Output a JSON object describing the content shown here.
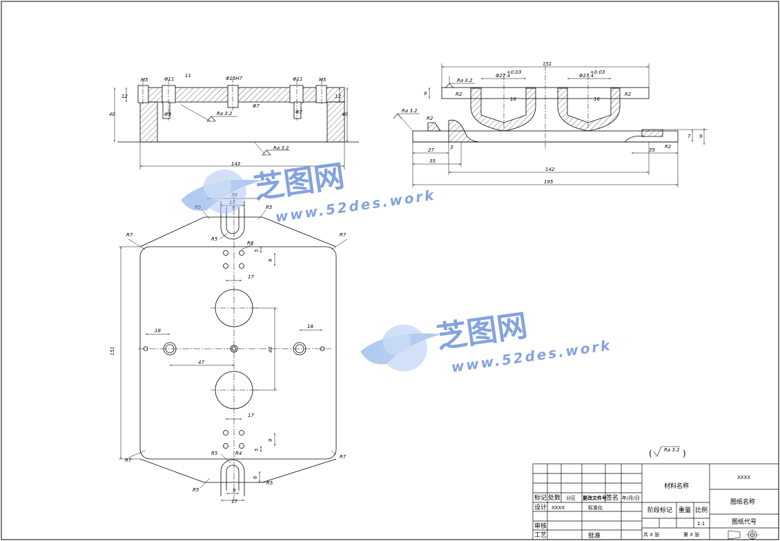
{
  "front_view": {
    "holes": [
      "M5",
      "Φ11",
      "Φ15H7",
      "Φ11",
      "M5"
    ],
    "hole_depth": "11",
    "left_inner": "Φ9",
    "right_inner": "Φ7",
    "center_inner": "Φ7",
    "thickness_left": "12",
    "thickness_right": "12",
    "height_left": "40",
    "height_right": "40",
    "roughness_top": "Ra 3.2",
    "roughness_bottom": "Ra 3.2",
    "width": "143"
  },
  "side_view": {
    "total": "151",
    "pocket_left": "Φ27.4",
    "pocket_right": "Φ27.4",
    "tol_left": "+0.03",
    "tol_right": "+0.03",
    "depth_left": "16",
    "depth_right": "16",
    "plate": "9",
    "roughness_top": "Ra 3.2",
    "roughness_left": "Ra 3.2",
    "radius_r2": "R2",
    "w27": "27",
    "w35": "35",
    "w142": "142",
    "w195": "195",
    "w3": "3",
    "w35b": "35",
    "h7": "7",
    "h9": "9"
  },
  "top_view": {
    "top_width": "39",
    "slot_width": "17",
    "slot_inner": "9",
    "r5": "R5",
    "r7": "R7",
    "r8": "R8",
    "r4": "R4",
    "height": "151",
    "side_18_left": "18",
    "side_18_right": "18",
    "width_47": "47",
    "width_40": "40",
    "hole_space_v": "5",
    "hole_space_h": "9",
    "hole_17_top": "17",
    "hole_17_bottom": "17",
    "bottom_slot": "17",
    "bottom_slot_inner": "9",
    "bottom_6": "6"
  },
  "roughness_note": "Ra 3.2",
  "watermark": {
    "brand": "芝图网",
    "url": "www.52des.work"
  },
  "title_block": {
    "headers": [
      "标记",
      "处数",
      "分区",
      "更改文件号",
      "签名",
      "年/月/日"
    ],
    "design": "设计",
    "design_value": "XXXX",
    "standard": "标准化",
    "review": "审核",
    "process": "工艺",
    "approve": "批准",
    "material": "材料名称",
    "stage": "阶段标记",
    "weight": "重量",
    "scale": "比例",
    "scale_value": "1:1",
    "total_sheets": "共 X 张",
    "sheet_no": "第 X 张",
    "company": "XXXX",
    "drawing_name": "图纸名称",
    "drawing_code": "图纸代号"
  }
}
